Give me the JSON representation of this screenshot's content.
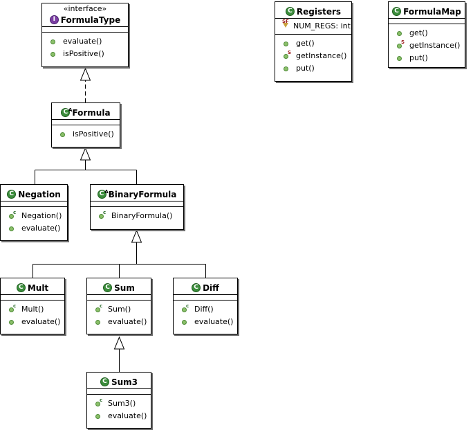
{
  "classes": {
    "formula_type": {
      "stereotype": "«interface»",
      "name": "FormulaType",
      "badge": "I",
      "methods": [
        "evaluate()",
        "isPositive()"
      ]
    },
    "formula": {
      "name": "Formula",
      "badge": "C",
      "badge_mod": "A",
      "methods": [
        "isPositive()"
      ]
    },
    "negation": {
      "name": "Negation",
      "badge": "C",
      "methods": [
        "Negation()",
        "evaluate()"
      ],
      "method_mods": [
        "c",
        ""
      ]
    },
    "binary_formula": {
      "name": "BinaryFormula",
      "badge": "C",
      "badge_mod": "A",
      "methods": [
        "BinaryFormula()"
      ],
      "method_mods": [
        "c"
      ]
    },
    "mult": {
      "name": "Mult",
      "badge": "C",
      "methods": [
        "Mult()",
        "evaluate()"
      ],
      "method_mods": [
        "c",
        ""
      ]
    },
    "sum": {
      "name": "Sum",
      "badge": "C",
      "methods": [
        "Sum()",
        "evaluate()"
      ],
      "method_mods": [
        "c",
        ""
      ]
    },
    "diff": {
      "name": "Diff",
      "badge": "C",
      "methods": [
        "Diff()",
        "evaluate()"
      ],
      "method_mods": [
        "c",
        ""
      ]
    },
    "sum3": {
      "name": "Sum3",
      "badge": "C",
      "methods": [
        "Sum3()",
        "evaluate()"
      ],
      "method_mods": [
        "c",
        ""
      ]
    },
    "registers": {
      "name": "Registers",
      "badge": "C",
      "field": "NUM_REGS: int",
      "field_mod": "SF",
      "methods": [
        "get()",
        "getInstance()",
        "put()"
      ],
      "method_mods": [
        "",
        "S",
        ""
      ]
    },
    "formula_map": {
      "name": "FormulaMap",
      "badge": "C",
      "methods": [
        "get()",
        "getInstance()",
        "put()"
      ],
      "method_mods": [
        "",
        "S",
        ""
      ]
    }
  },
  "colors": {
    "class_badge": "#3c8d3c",
    "interface_badge": "#7b3fa3",
    "method_dot": "#8bbf6a",
    "shadow": "#6f6f6f"
  }
}
